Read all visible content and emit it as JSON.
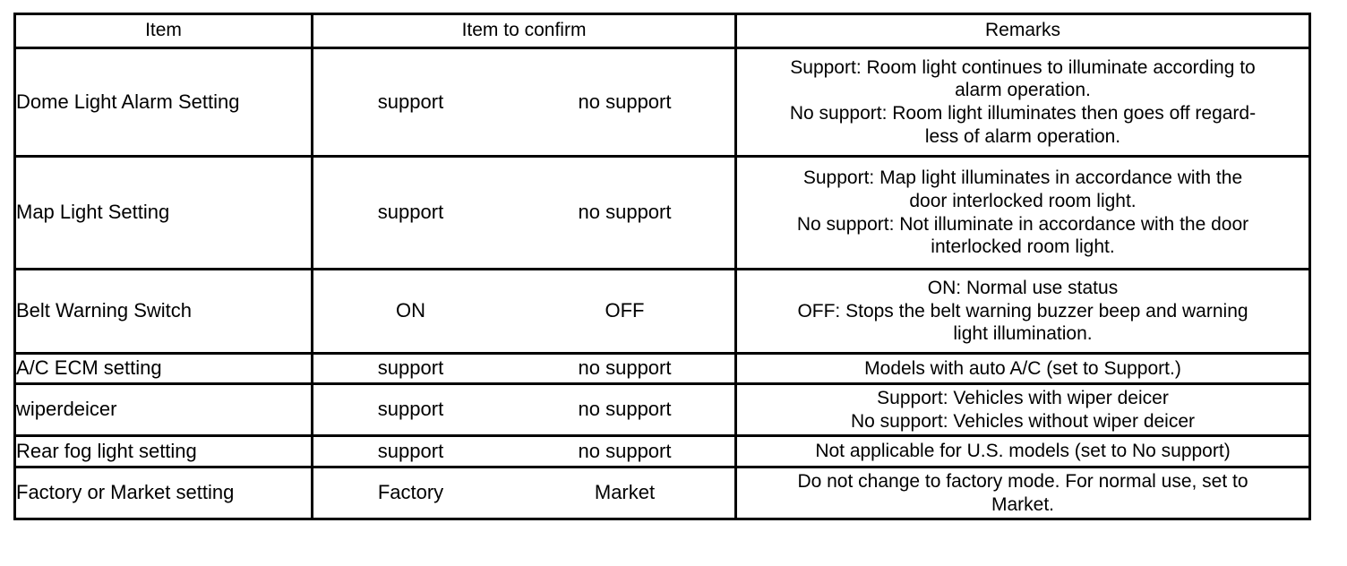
{
  "table": {
    "headers": {
      "item": "Item",
      "item_to_confirm": "Item to confirm",
      "remarks": "Remarks"
    },
    "rows": [
      {
        "item": "Dome Light Alarm Setting",
        "option_a": "support",
        "option_b": "no support",
        "remarks_lines": [
          "Support: Room light continues to illuminate according to",
          "alarm operation.",
          "No support: Room light illuminates then goes off regard-",
          "less of alarm operation."
        ]
      },
      {
        "item": "Map Light Setting",
        "option_a": "support",
        "option_b": "no support",
        "remarks_lines": [
          "Support: Map light illuminates in accordance with the",
          "door interlocked room light.",
          "No support: Not illuminate in accordance with the door",
          "interlocked room light."
        ]
      },
      {
        "item": "Belt Warning Switch",
        "option_a": "ON",
        "option_b": "OFF",
        "remarks_lines": [
          "ON: Normal use status",
          "OFF: Stops the belt warning buzzer beep and warning",
          "light illumination."
        ]
      },
      {
        "item": "A/C ECM setting",
        "option_a": "support",
        "option_b": "no support",
        "remarks_lines": [
          "Models with auto A/C (set to Support.)"
        ]
      },
      {
        "item": "wiperdeicer",
        "option_a": "support",
        "option_b": "no support",
        "remarks_lines": [
          "Support: Vehicles with wiper deicer",
          "No support: Vehicles without wiper deicer"
        ]
      },
      {
        "item": "Rear fog light setting",
        "option_a": "support",
        "option_b": "no support",
        "remarks_lines": [
          "Not applicable for U.S. models (set to No support)"
        ]
      },
      {
        "item": "Factory or Market setting",
        "option_a": "Factory",
        "option_b": "Market",
        "remarks_lines": [
          "Do not change to factory mode. For normal use, set to",
          "Market."
        ]
      }
    ]
  },
  "colors": {
    "border": "#000000",
    "text": "#000000",
    "background": "#ffffff"
  }
}
